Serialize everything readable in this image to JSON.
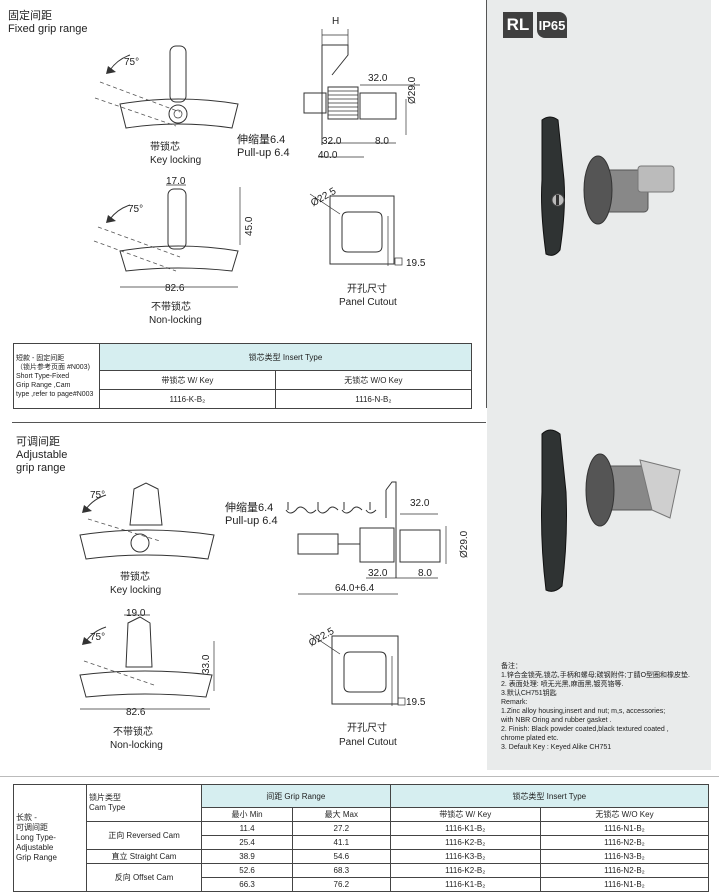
{
  "section1": {
    "title_cn": "固定间距",
    "title_en": "Fixed grip range",
    "angle": "75°",
    "key_locking_cn": "带锁芯",
    "key_locking_en": "Key locking",
    "non_locking_cn": "不带锁芯",
    "non_locking_en": "Non-locking",
    "dim_h": "H",
    "dim_32": "32.0",
    "dim_29": "Ø29.0",
    "pullup_cn": "伸缩量6.4",
    "pullup_en": "Pull-up 6.4",
    "dim_32b": "32.0",
    "dim_8": "8.0",
    "dim_40": "40.0",
    "dim_17": "17.0",
    "dim_45": "45.0",
    "dim_82": "82.6",
    "dim_225": "Ø22.5",
    "dim_195": "19.5",
    "cutout_cn": "开孔尺寸",
    "cutout_en": "Panel Cutout"
  },
  "table1": {
    "left_cn1": "短款 - 固定间距",
    "left_cn2": "（锁片参考页面 #N003)",
    "left_en1": "Short Type-Fixed",
    "left_en2": "Grip Range ,Cam",
    "left_en3": "type ,refer to page#N003",
    "insert_type": "锁芯类型 Insert Type",
    "w_key": "带锁芯 W/ Key",
    "wo_key": "无锁芯 W/O Key",
    "code_k": "1116-K-B₂",
    "code_n": "1116-N-B₂"
  },
  "section2": {
    "title_cn": "可调间距",
    "title_en1": "Adjustable",
    "title_en2": "grip range",
    "angle": "75°",
    "key_locking_cn": "带锁芯",
    "key_locking_en": "Key locking",
    "non_locking_cn": "不带锁芯",
    "non_locking_en": "Non-locking",
    "pullup_cn": "伸缩量6.4",
    "pullup_en": "Pull-up 6.4",
    "dim_32": "32.0",
    "dim_29": "Ø29.0",
    "dim_32b": "32.0",
    "dim_8": "8.0",
    "dim_64": "64.0+6.4",
    "dim_19": "19.0",
    "dim_33": "33.0",
    "dim_82": "82.6",
    "dim_225": "Ø22.5",
    "dim_195": "19.5",
    "cutout_cn": "开孔尺寸",
    "cutout_en": "Panel Cutout"
  },
  "right_panel": {
    "badge_rl": "RL",
    "badge_ip": "IP65",
    "remarks": [
      "备注：",
      "1.锌合金锁壳,锁芯,手柄和螺母;碳钢附件;丁腈O型圈和橡皮垫.",
      "2. 表面处理: 喷无光黑,麻面黑,镀亮铬等.",
      "3.默认CH751钥匙",
      "Remark:",
      "1.Zinc alloy housing,insert and nut; m,s, accessories;",
      "with NBR Oring and rubber gasket .",
      "2. Finish: Black powder coated,black textured coated ,",
      "chrome plated etc.",
      "3. Default Key : Keyed Alike CH751"
    ]
  },
  "table2": {
    "left_cn1": "长款 -",
    "left_cn2": "可调间距",
    "left_en1": "Long Type-",
    "left_en2": "Adjustable",
    "left_en3": "Grip Range",
    "cam_cn": "锁片类型",
    "cam_en": "Cam Type",
    "grip_range": "间距 Grip Range",
    "insert_type": "锁芯类型 Insert Type",
    "min": "最小 Min",
    "max": "最大 Max",
    "w_key": "带锁芯 W/ Key",
    "wo_key": "无锁芯 W/O Key",
    "cam_reversed": "正向 Reversed Cam",
    "cam_straight": "直立 Straight Cam",
    "cam_offset": "反向 Offset Cam",
    "rows": [
      {
        "min": "11.4",
        "max": "27.2",
        "wkey": "1116-K1-B₂",
        "wokey": "1116-N1-B₂"
      },
      {
        "min": "25.4",
        "max": "41.1",
        "wkey": "1116-K2-B₂",
        "wokey": "1116-N2-B₂"
      },
      {
        "min": "38.9",
        "max": "54.6",
        "wkey": "1116-K3-B₂",
        "wokey": "1116-N3-B₂"
      },
      {
        "min": "52.6",
        "max": "68.3",
        "wkey": "1116-K2-B₂",
        "wokey": "1116-N2-B₂"
      },
      {
        "min": "66.3",
        "max": "76.2",
        "wkey": "1116-K1-B₂",
        "wokey": "1116-N1-B₂"
      }
    ]
  }
}
